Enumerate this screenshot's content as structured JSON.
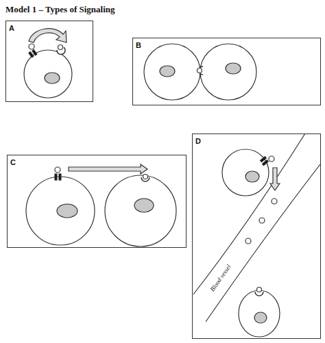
{
  "diagram": {
    "title": "Model 1 – Types of Signaling",
    "nodes": [
      {
        "text": [
          "A"
        ]
      },
      {
        "text": [
          "B"
        ]
      },
      {
        "text": [
          "C"
        ]
      },
      {
        "text": [
          "D"
        ]
      }
    ],
    "labels": [
      "Blood vessel"
    ]
  }
}
